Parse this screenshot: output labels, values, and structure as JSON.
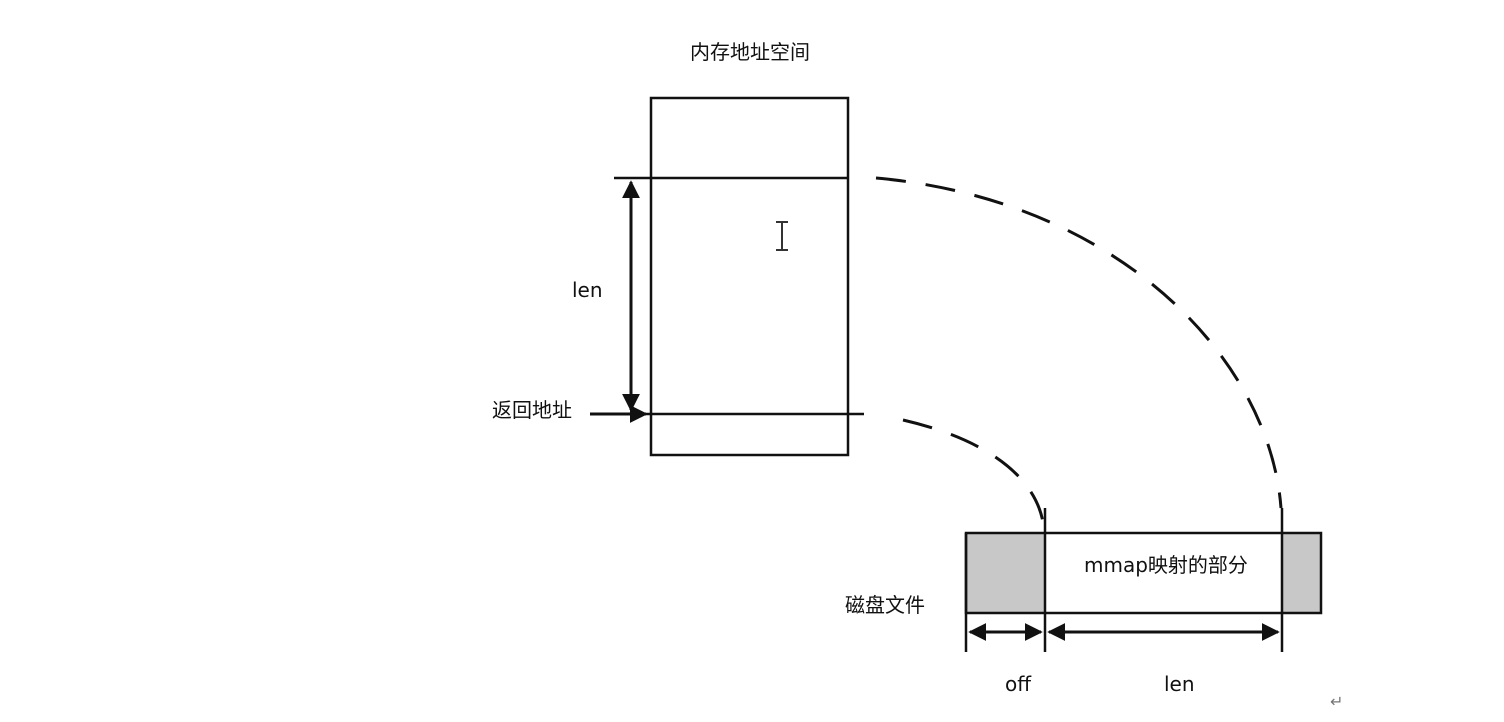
{
  "labels": {
    "memory_space": "内存地址空间",
    "len_vertical": "len",
    "return_address": "返回地址",
    "disk_file": "磁盘文件",
    "mapped_part": "mmap映射的部分",
    "off": "off",
    "len_horizontal": "len",
    "return_mark": "↵"
  },
  "icons": {
    "cursor": "text-cursor-icon"
  },
  "colors": {
    "stroke": "#111111",
    "shaded": "#c8c8c8",
    "background": "#ffffff"
  }
}
